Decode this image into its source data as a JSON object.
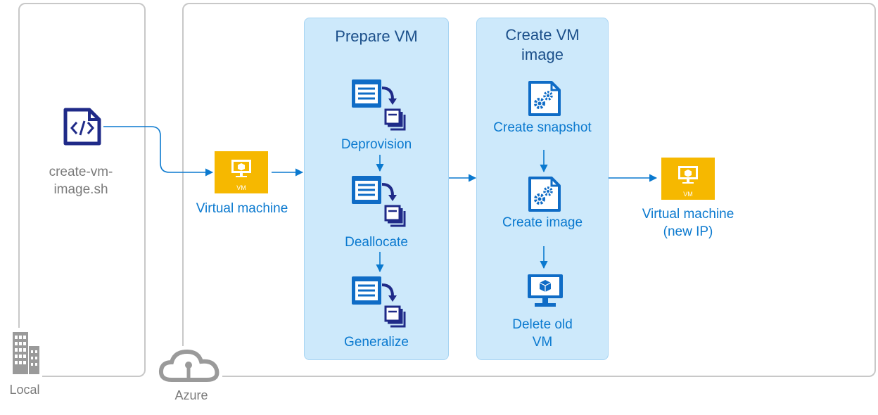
{
  "local": {
    "label": "Local",
    "script_label": "create-vm-\nimage.sh",
    "script_icon": "code-file-icon",
    "building_icon": "building-icon"
  },
  "azure": {
    "label": "Azure",
    "cloud_icon": "azure-cloud-icon",
    "vm_source": {
      "label": "Virtual machine",
      "badge": "VM",
      "icon": "vm-icon"
    },
    "prepare": {
      "title": "Prepare VM",
      "steps": [
        {
          "label": "Deprovision",
          "icon": "script-run-icon"
        },
        {
          "label": "Deallocate",
          "icon": "script-run-icon"
        },
        {
          "label": "Generalize",
          "icon": "script-run-icon"
        }
      ]
    },
    "create": {
      "title": "Create VM\nimage",
      "steps": [
        {
          "label": "Create snapshot",
          "icon": "gear-document-icon"
        },
        {
          "label": "Create image",
          "icon": "gear-document-icon"
        },
        {
          "label": "Delete old\nVM",
          "icon": "monitor-vm-icon"
        }
      ]
    },
    "vm_target": {
      "label": "Virtual machine\n(new IP)",
      "badge": "VM",
      "icon": "vm-icon"
    }
  },
  "colors": {
    "accent": "#0a79cf",
    "panel_fill": "#cde9fb",
    "panel_title": "#1b4f8a",
    "vm_tile": "#f6b800",
    "frame": "#c8c8c8",
    "muted_text": "#7a7a7a",
    "icon_navy": "#1f2a88"
  }
}
